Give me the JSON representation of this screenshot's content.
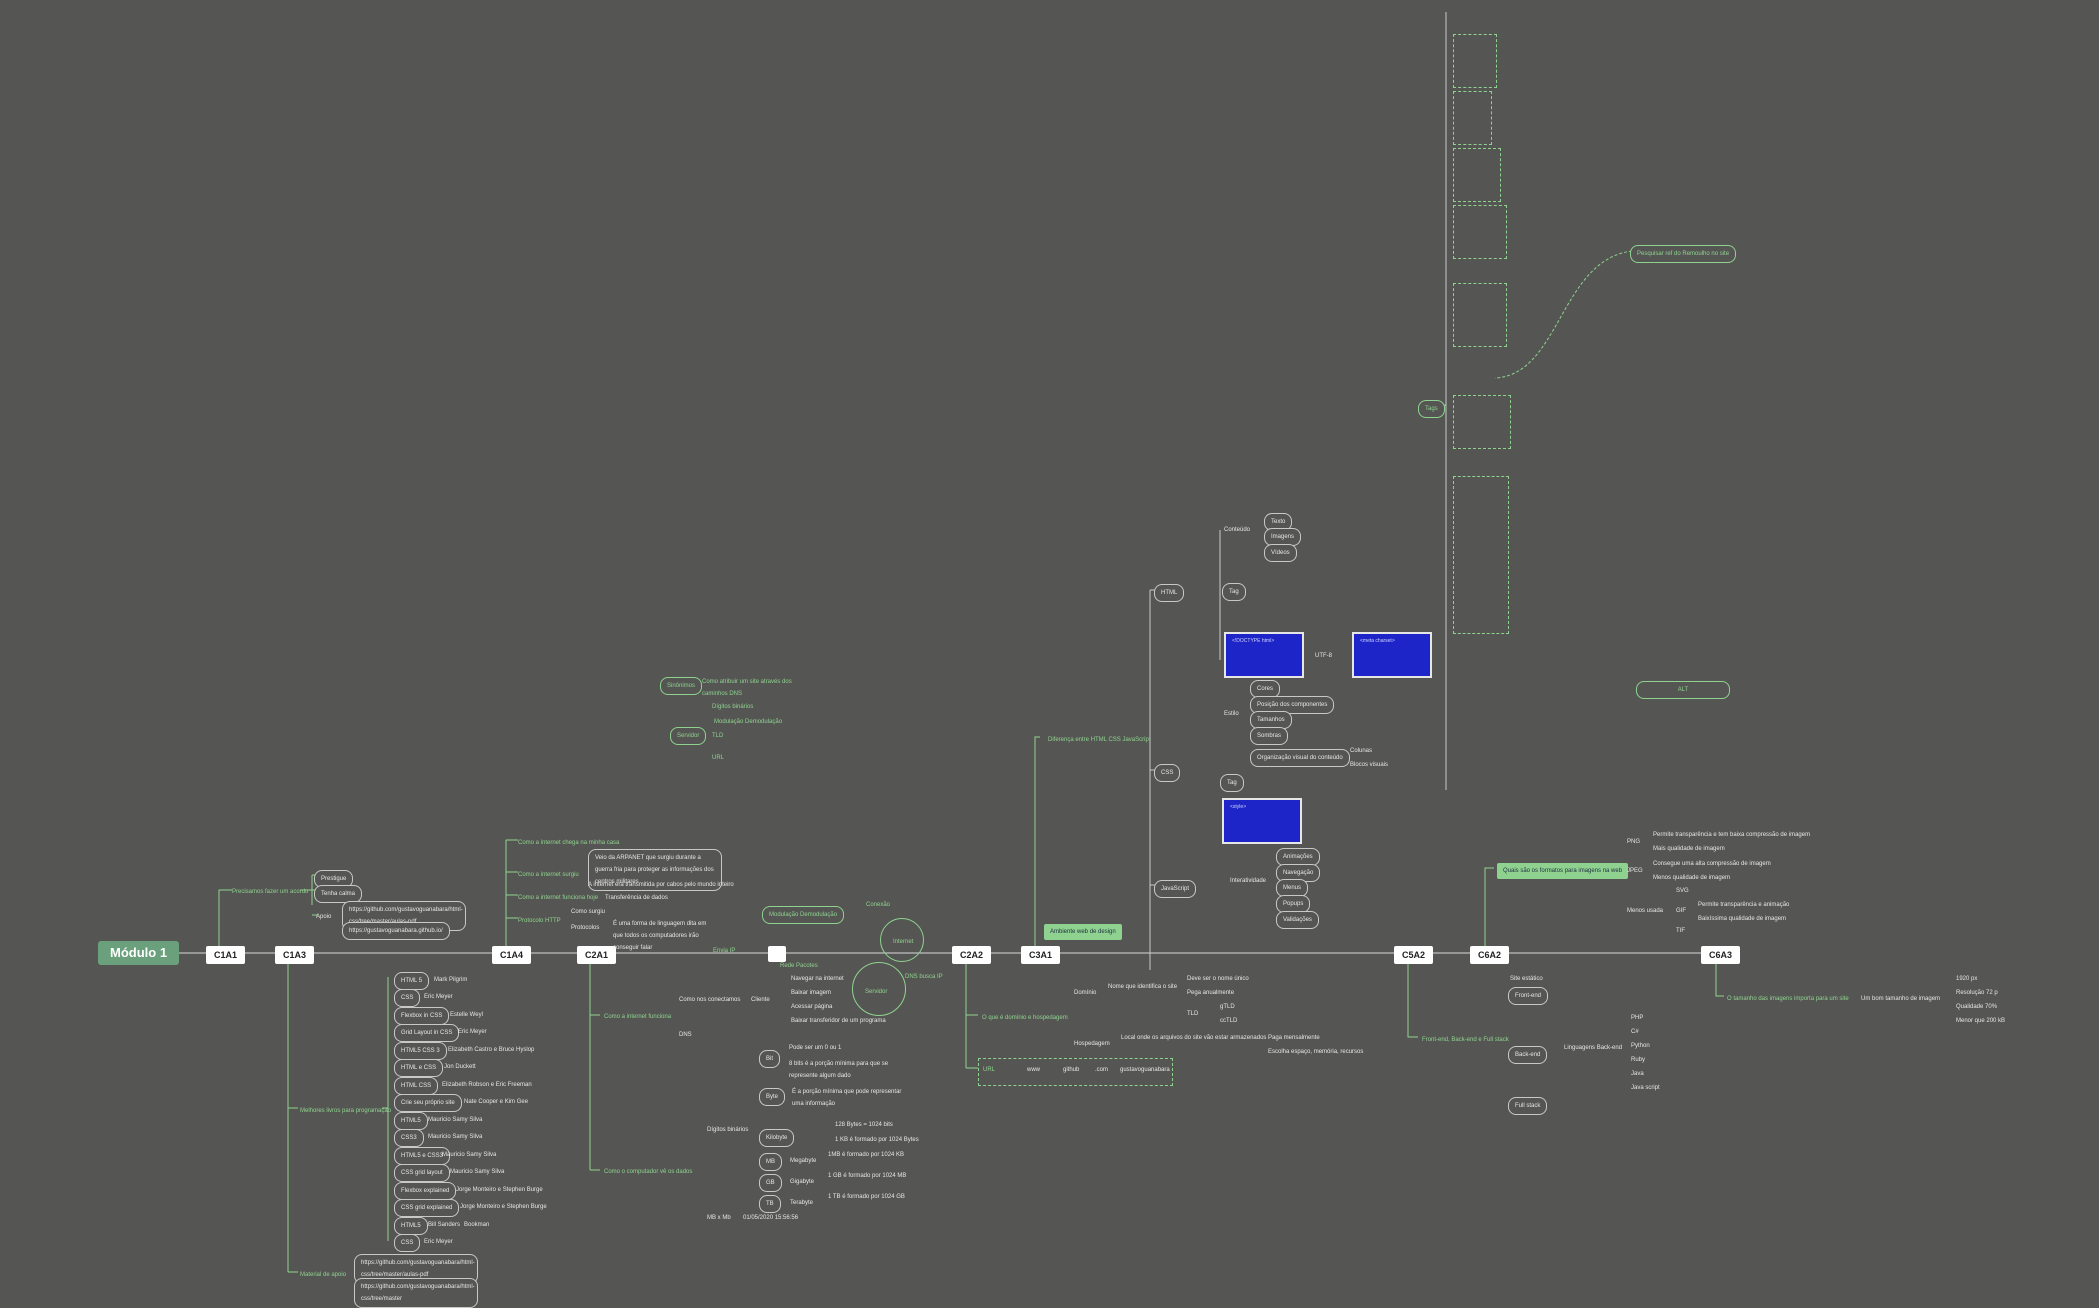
{
  "root": {
    "label": "Módulo 1"
  },
  "main_branches": [
    "C1A1",
    "C1A3",
    "C1A4",
    "C2A1",
    "",
    "C2A2",
    "C3A1",
    "C5A2",
    "C6A2",
    "C6A3"
  ],
  "c1a1": {
    "topic": "Precisamos fazer um acordo",
    "items": [
      "Prestigue",
      "Tenha calma",
      "Apoio"
    ],
    "links": [
      "https://github.com/gustavoguanabara/html-css/tree/master/aulas-pdf",
      "https://gustavoguanabara.github.io/"
    ]
  },
  "c1a3": {
    "books_topic": "Melhores livros para programação",
    "books": [
      [
        "HTML 5",
        "Mark Pilgrim"
      ],
      [
        "CSS",
        "Eric Meyer"
      ],
      [
        "Flexbox in CSS",
        "Estelle Weyl"
      ],
      [
        "Grid Layout in CSS",
        "Eric Meyer"
      ],
      [
        "HTML5 CSS 3",
        "Elizabeth Castro e Bruce Hyslop"
      ],
      [
        "HTML e CSS",
        "Jon Duckett"
      ],
      [
        "HTML CSS",
        "Elizabeth Robson e Eric Freeman"
      ],
      [
        "Crie seu próprio site",
        "Nate Cooper e Kim Gee"
      ],
      [
        "HTML5",
        "Mauricio Samy Silva"
      ],
      [
        "CSS3",
        "Mauricio Samy Silva"
      ],
      [
        "HTML5 e CSS3",
        "Mauricio Samy Silva"
      ],
      [
        "CSS grid layout",
        "Mauricio Samy Silva"
      ],
      [
        "Flexbox explained",
        "Jorge Monteiro e Stephen Burge"
      ],
      [
        "CSS grid explained",
        "Jorge Monteiro e Stephen Burge"
      ],
      [
        "HTML5",
        "Bill Sanders"
      ],
      [
        "CSS",
        "Eric Meyer"
      ]
    ],
    "support_topic": "Material de apoio",
    "support_links": [
      "https://github.com/gustavoguanabara/html-css/tree/master/aulas-pdf",
      "https://github.com/gustavoguanabara/html-css/tree/master"
    ],
    "book_extra": "Bookman"
  },
  "c1a4": {
    "items": [
      "Como a internet chega na minha casa",
      "Como a internet surgiu",
      "Como a internet funciona hoje",
      "Protocolo HTTP"
    ],
    "surgiu_note": "Veio da ARPANET que surgiu durante a guerra fria para proteger as informações dos centros militares",
    "funciona_note": "A internet era transmitida por cabos pelo mundo inteiro",
    "dados": "Transferência de dados",
    "http_items": [
      "Como surgiu",
      "Protocolos"
    ],
    "http_note": "É uma forma de linguagem dita em que todos os computadores irão conseguir falar"
  },
  "c2a1": {
    "funciona": "Como a internet funciona",
    "nao_sao": "Como nos conectamos",
    "cliente": "Cliente",
    "dns": "DNS",
    "computador": "Como o computador vê os dados",
    "digitos": "Dígitos binários",
    "bits": [
      "Bit",
      "Byte",
      "Kilobyte",
      "MB",
      "GB",
      "TB"
    ],
    "bit_note": "Pode ser um 0 ou 1",
    "byte_note": "É a porção mínima que pode representar uma informação",
    "byte_note2": "8 bits é a porção mínima para que se represente algum dado",
    "kb_notes": [
      "128 Bytes = 1024 bits",
      "1 KB é formado por 1024 Bytes"
    ],
    "mb": "Megabyte",
    "mb_note": "1MB é formado por 1024 KB",
    "gb": "Gigabyte",
    "gb_note": "1 GB é formado por 1024 MB",
    "tb": "Terabyte",
    "tb_note": "1 TB é formado por 1024 GB",
    "mb_mb": "MB x Mb",
    "date": "01/05/2020 15:56:56",
    "cliente_items": [
      "Navegar na internet",
      "Baixar imagem",
      "Acessar página",
      "Baixar transferidor de um programa"
    ],
    "servidor": "Servidor",
    "internet": "Internet",
    "conexao": "Conexão",
    "mod": "Modulação Demodulação",
    "envia_ip": "Envia IP",
    "dns_busca": "DNS busca IP",
    "rede": "Rede Pacotes"
  },
  "floating": {
    "sinonimos": "Sinônimos",
    "sin_note": "Como atribuir um site através dos caminhos DNS",
    "servidor": "Servidor",
    "serv_items": [
      "Dígitos binários",
      "Modulação Demodulação",
      "TLD",
      "URL"
    ]
  },
  "c2a2": {
    "dominio_topic": "O que é domínio e hospedagem",
    "dominio": "Domínio",
    "hospedagem": "Hospedagem",
    "nome": "Nome que identifica o site",
    "tld": "TLD",
    "dom_items": [
      "Deve ser o nome único",
      "Pega anualmente",
      "gTLD",
      "ccTLD"
    ],
    "local": "Local onde os arquivos do site vão estar armazenados",
    "hosp_items": [
      "Paga mensalmente",
      "Escolha espaço, memória, recursos"
    ],
    "url": "URL",
    "url_parts": [
      "www",
      "github",
      ".com",
      "gustavoguanabara"
    ]
  },
  "c3a1": {
    "topic": "Diferença entre HTML CSS JavaScript",
    "html": "HTML",
    "css": "CSS",
    "js": "JavaScript",
    "conteudo": "Conteúdo",
    "conteudo_items": [
      "Texto",
      "Imagens",
      "Vídeos"
    ],
    "tag": "Tag",
    "utf8": "UTF-8",
    "estilo": "Estilo",
    "estilo_items": [
      "Cores",
      "Posição dos componentes",
      "Tamanhos",
      "Sombras",
      "Organização visual do conteúdo"
    ],
    "colunas": [
      "Colunas",
      "Blocos visuais"
    ],
    "interatividade": "Interatividade",
    "js_items": [
      "Animações",
      "Navegação",
      "Menus",
      "Popups",
      "Validações"
    ],
    "ambiente": "Ambiente web de design"
  },
  "c5a2": {
    "topic": "Front-end, Back-end e Full stack",
    "items": [
      "Site estático",
      "Front-end",
      "Back-end",
      "Full stack"
    ],
    "langs_topic": "Linguagens Back-end",
    "langs": [
      "PHP",
      "C#",
      "Python",
      "Ruby",
      "Java",
      "Java script"
    ]
  },
  "c6a2": {
    "topic": "Quais são os formatos para imagens na web",
    "png": "PNG",
    "png_items": [
      "Permite transparência e tem baixa compressão de imagem",
      "Mais qualidade de imagem"
    ],
    "jpeg": "JPEG",
    "jpeg_items": [
      "Consegue uma alta compressão de imagem",
      "Menos qualidade de imagem"
    ],
    "menos": "Menos usada",
    "menos_items": [
      "SVG",
      "GIF",
      "TIF"
    ],
    "gif_items": [
      "Permite transparência e animação",
      "Baixíssima qualidade de imagem"
    ]
  },
  "c6a3": {
    "topic": "O tamanho das imagens importa para um site",
    "bom": "Um bom tamanho de imagem",
    "items": [
      "1920 px",
      "Resolução 72 p",
      "Qualidade 70%",
      "Menor que 200 kB"
    ]
  },
  "tags": {
    "label": "Tags",
    "search": "Pesquisar ref do Remoulho no site",
    "alt": "ALT"
  }
}
